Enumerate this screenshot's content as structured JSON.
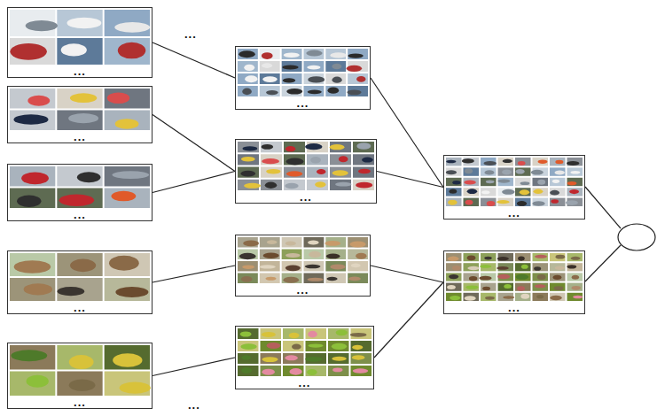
{
  "diagram": {
    "nodes": [
      {
        "text": [
          "..."
        ]
      },
      {
        "text": [
          "..."
        ]
      },
      {
        "text": [
          "..."
        ]
      },
      {
        "text": [
          "..."
        ]
      },
      {
        "text": [
          "..."
        ]
      },
      {
        "text": [
          "..."
        ]
      },
      {
        "text": [
          "..."
        ]
      },
      {
        "text": [
          "..."
        ]
      },
      {
        "text": [
          "..."
        ]
      },
      {
        "text": [
          "..."
        ]
      },
      {
        "text": [
          "..."
        ]
      }
    ],
    "edges": [
      {
        "from": 0,
        "to": 5,
        "arrow": "none"
      },
      {
        "from": 1,
        "to": 6,
        "arrow": "none"
      },
      {
        "from": 2,
        "to": 6,
        "arrow": "none"
      },
      {
        "from": 3,
        "to": 7,
        "arrow": "none"
      },
      {
        "from": 4,
        "to": 8,
        "arrow": "none"
      },
      {
        "from": 5,
        "to": 9,
        "arrow": "none"
      },
      {
        "from": 6,
        "to": 9,
        "arrow": "none"
      },
      {
        "from": 7,
        "to": 10,
        "arrow": "none"
      },
      {
        "from": 8,
        "to": 10,
        "arrow": "none"
      }
    ],
    "labels": [
      "...",
      "..."
    ]
  }
}
